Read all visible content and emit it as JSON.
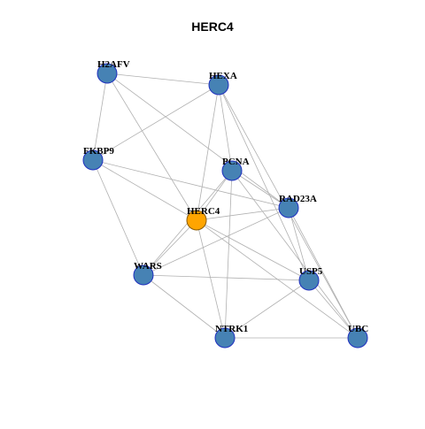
{
  "title": "HERC4",
  "colors": {
    "node_fill": "#4682b4",
    "node_stroke": "#1f2fbf",
    "focus_fill": "#ffa500",
    "focus_stroke": "#8a5a00",
    "edge": "#b0b0b0",
    "label": "#000000"
  },
  "nodes": [
    {
      "id": "H2AFV",
      "label": "H2AFV",
      "focus": false
    },
    {
      "id": "HEXA",
      "label": "HEXA",
      "focus": false
    },
    {
      "id": "FKBP9",
      "label": "FKBP9",
      "focus": false
    },
    {
      "id": "PCNA",
      "label": "PCNA",
      "focus": false
    },
    {
      "id": "RAD23A",
      "label": "RAD23A",
      "focus": false
    },
    {
      "id": "HERC4",
      "label": "HERC4",
      "focus": true
    },
    {
      "id": "WARS",
      "label": "WARS",
      "focus": false
    },
    {
      "id": "USP5",
      "label": "USP5",
      "focus": false
    },
    {
      "id": "NTRK1",
      "label": "NTRK1",
      "focus": false
    },
    {
      "id": "UBC",
      "label": "UBC",
      "focus": false
    }
  ],
  "edges": [
    [
      "H2AFV",
      "HEXA"
    ],
    [
      "H2AFV",
      "FKBP9"
    ],
    [
      "H2AFV",
      "RAD23A"
    ],
    [
      "H2AFV",
      "HERC4"
    ],
    [
      "HEXA",
      "FKBP9"
    ],
    [
      "HEXA",
      "PCNA"
    ],
    [
      "HEXA",
      "HERC4"
    ],
    [
      "HEXA",
      "USP5"
    ],
    [
      "HEXA",
      "UBC"
    ],
    [
      "FKBP9",
      "HERC4"
    ],
    [
      "FKBP9",
      "WARS"
    ],
    [
      "FKBP9",
      "RAD23A"
    ],
    [
      "PCNA",
      "HERC4"
    ],
    [
      "PCNA",
      "WARS"
    ],
    [
      "PCNA",
      "NTRK1"
    ],
    [
      "PCNA",
      "UBC"
    ],
    [
      "PCNA",
      "RAD23A"
    ],
    [
      "RAD23A",
      "HERC4"
    ],
    [
      "RAD23A",
      "WARS"
    ],
    [
      "RAD23A",
      "USP5"
    ],
    [
      "RAD23A",
      "UBC"
    ],
    [
      "HERC4",
      "WARS"
    ],
    [
      "HERC4",
      "USP5"
    ],
    [
      "HERC4",
      "NTRK1"
    ],
    [
      "HERC4",
      "UBC"
    ],
    [
      "WARS",
      "USP5"
    ],
    [
      "WARS",
      "NTRK1"
    ],
    [
      "USP5",
      "NTRK1"
    ],
    [
      "USP5",
      "UBC"
    ],
    [
      "NTRK1",
      "UBC"
    ]
  ]
}
